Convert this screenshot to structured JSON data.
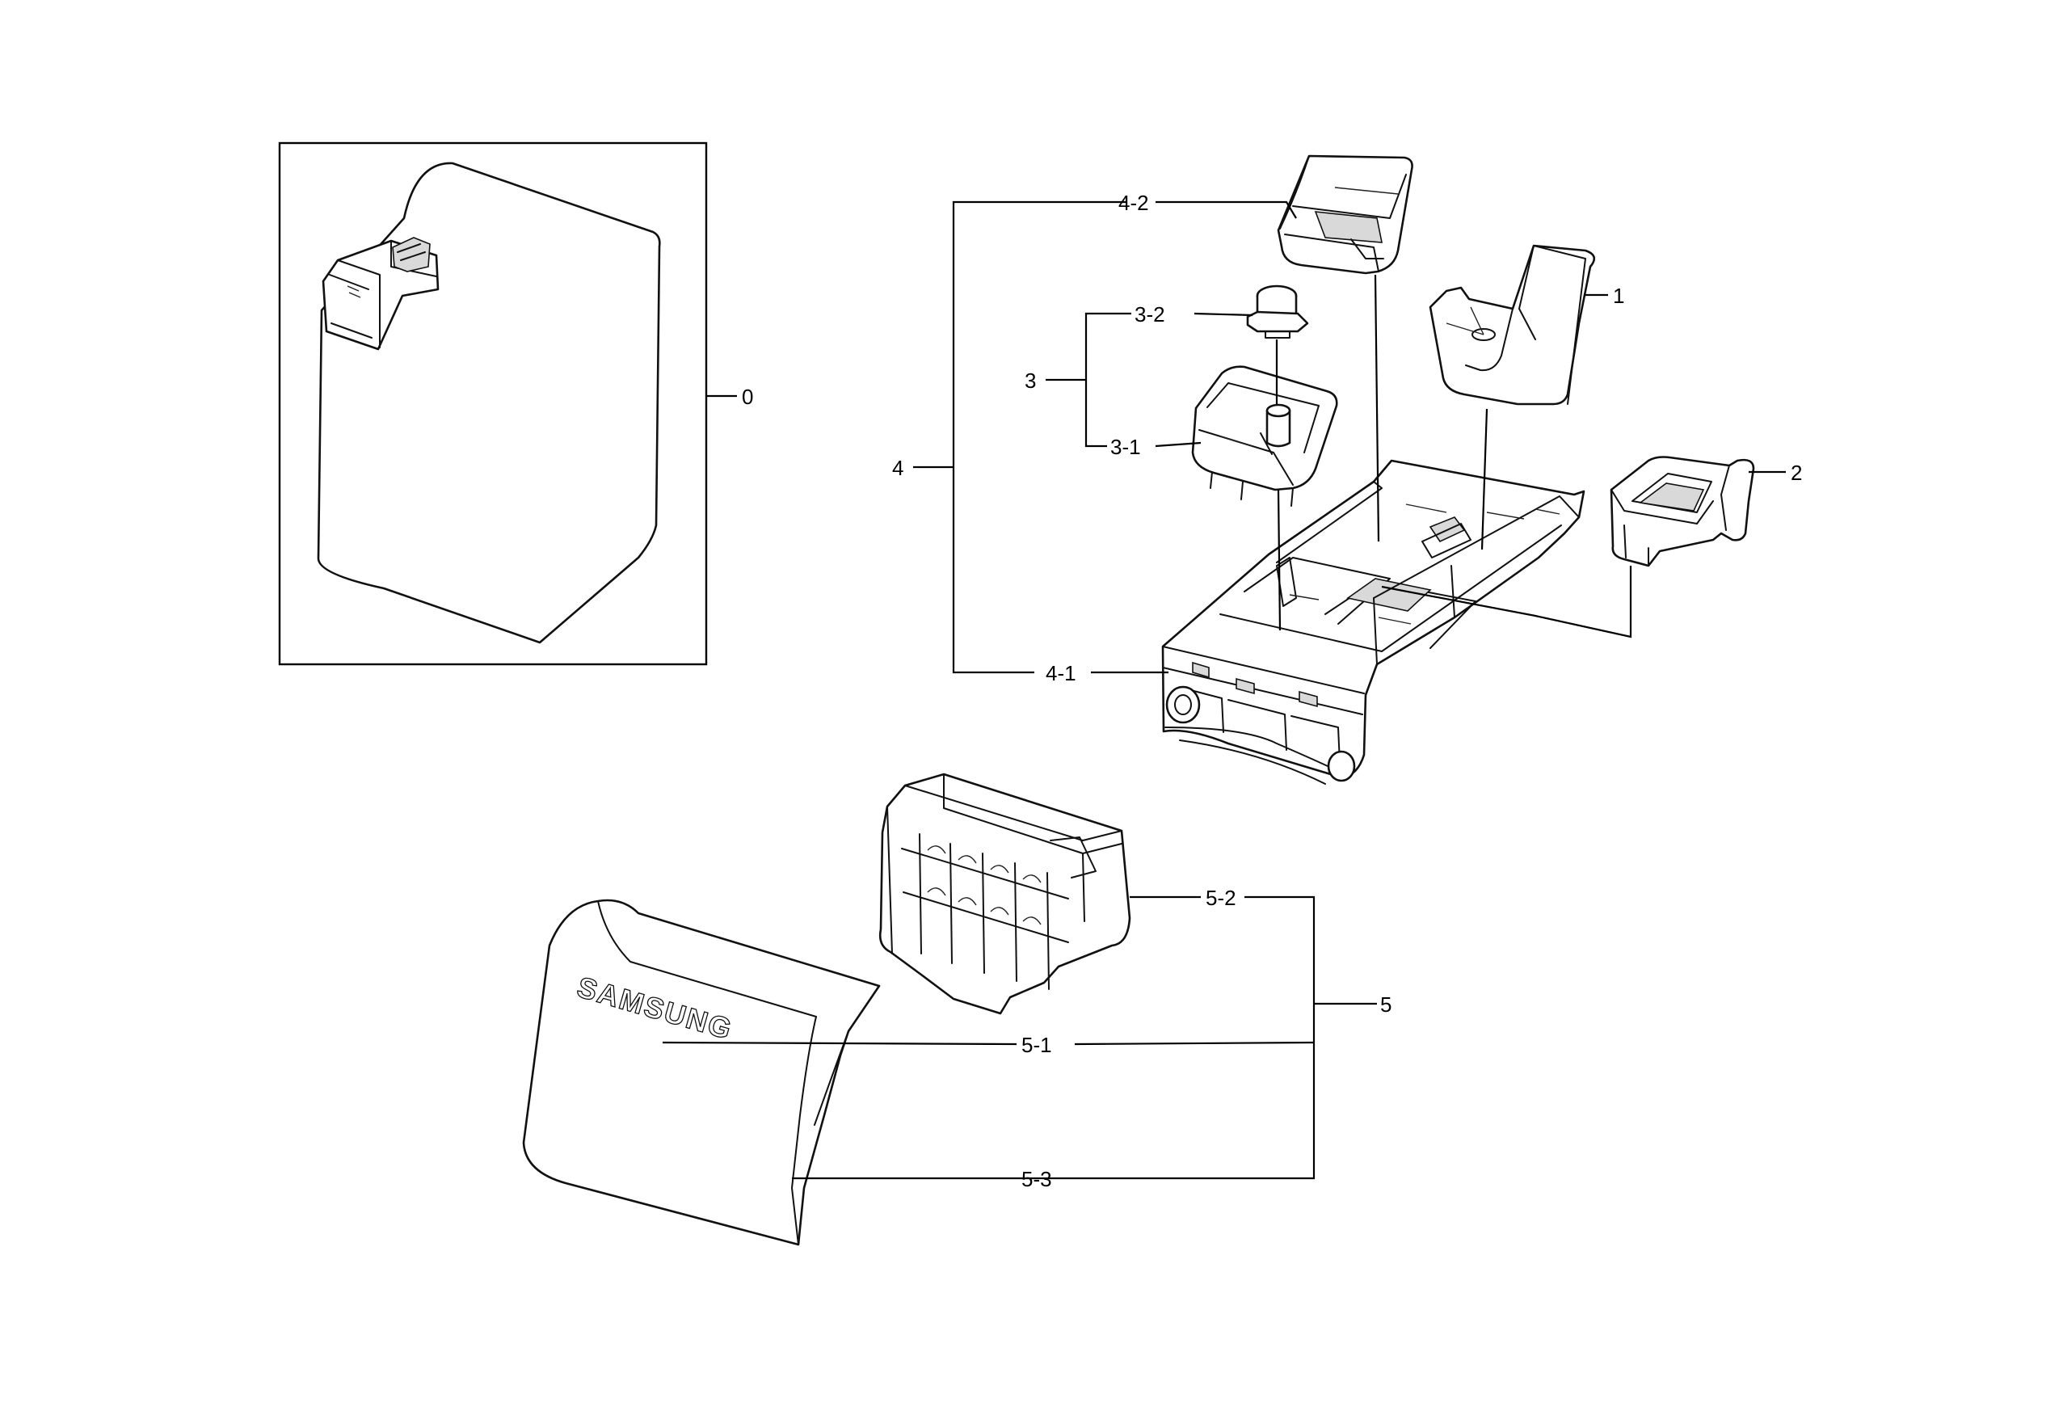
{
  "callouts": {
    "c0": "0",
    "c1": "1",
    "c2": "2",
    "c3": "3",
    "c3_1": "3-1",
    "c3_2": "3-2",
    "c4": "4",
    "c4_1": "4-1",
    "c4_2": "4-2",
    "c5": "5",
    "c5_1": "5-1",
    "c5_2": "5-2",
    "c5_3": "5-3"
  },
  "branding": {
    "handle_logo": "SAMSUNG"
  },
  "colors": {
    "line": "#000000",
    "background": "#ffffff"
  }
}
